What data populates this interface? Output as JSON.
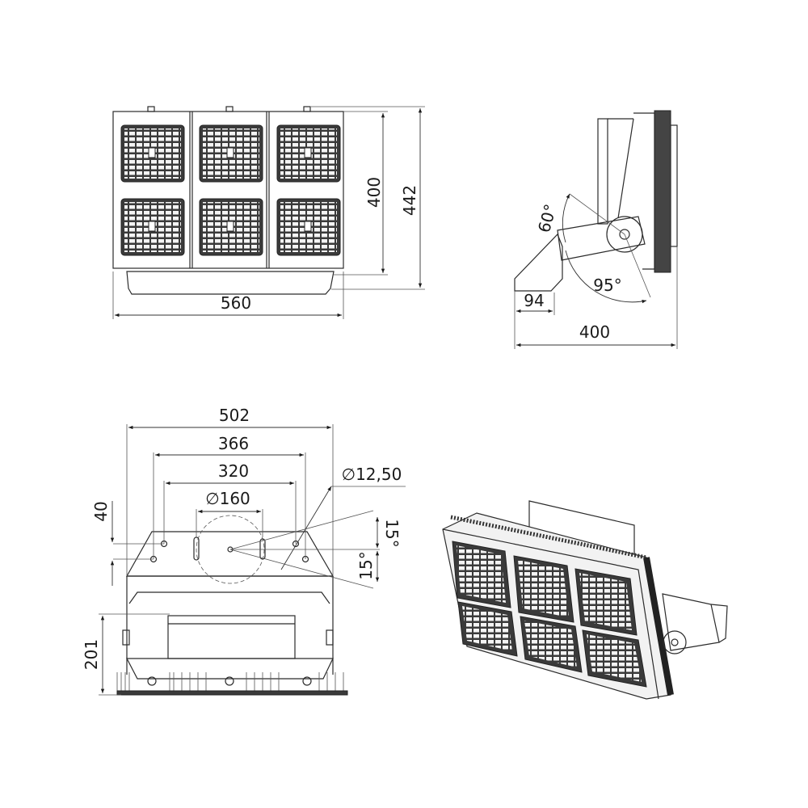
{
  "front_view": {
    "width": "560",
    "height_panel": "400",
    "height_total": "442"
  },
  "side_view": {
    "tilt_up": "60°",
    "tilt_down": "95°",
    "bracket_depth": "94",
    "depth_total": "400"
  },
  "bracket_view": {
    "width_total": "502",
    "hole_span_outer": "366",
    "hole_span_inner": "320",
    "center_diameter": "∅160",
    "hole_diameter": "∅12,50",
    "hole_offset": "40",
    "angle_up": "15°",
    "angle_down": "15°",
    "depth": "201"
  },
  "colors": {
    "line": "#2b2b2b",
    "module": "#3a3a3a"
  }
}
